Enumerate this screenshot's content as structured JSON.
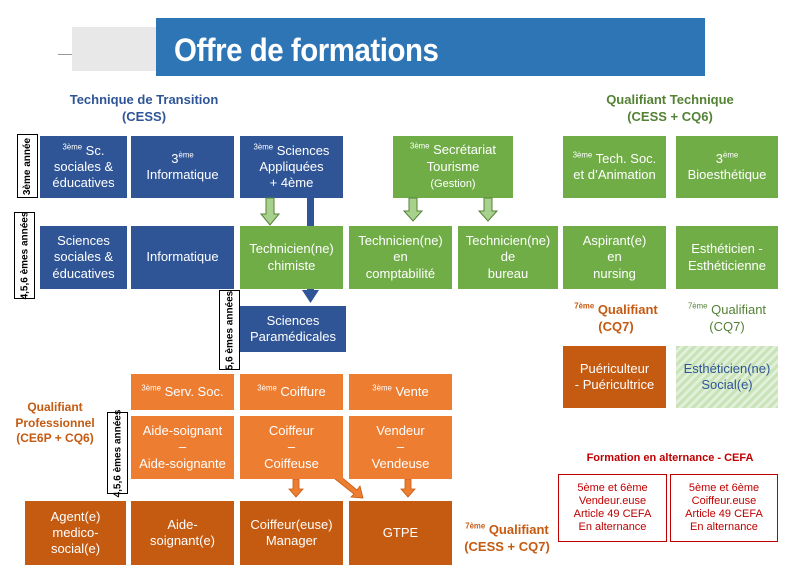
{
  "title": "Offre de formations",
  "headings": {
    "transition": "Technique de Transition\n(CESS)",
    "qualifiant_technique": "Qualifiant Technique\n(CESS + CQ6)",
    "qualifiant_pro": "Qualifiant\nProfessionnel\n(CE6P + CQ6)",
    "q7_cq7_a": "Qualifiant\n(CQ7)",
    "q7_cq7_b": "Qualifiant\n(CQ7)",
    "q7_cess": "Qualifiant\n(CESS + CQ7)",
    "cefa": "Formation en alternance - CEFA"
  },
  "year_labels": {
    "y3": "3ème année",
    "y456_top": "4,5,6 èmes années",
    "y56": "5,6 èmes années",
    "y456_bottom": "4,5,6 èmes années"
  },
  "boxes": {
    "sc_soc_3": "Sc.\nsociales &\néducatives",
    "info_3": "Informatique",
    "sc_app_3": "Sciences\nAppliquées\n+ 4ème",
    "secretariat_3": "Secrétariat\nTourisme",
    "secretariat_gestion": "(Gestion)",
    "tech_soc_3": "Tech. Soc.\net d’Animation",
    "bioesth_3": "Bioesthétique",
    "sc_soc_456": "Sciences\nsociales &\néducatives",
    "info_456": "Informatique",
    "chimiste": "Technicien(ne)\nchimiste",
    "comptabilite": "Technicien(ne)\nen\ncomptabilité",
    "bureau": "Technicien(ne)\nde\nbureau",
    "nursing": "Aspirant(e)\nen\nnursing",
    "estheticien": "Esthéticien -\nEsthéticienne",
    "paramedicales": "Sciences\nParamédicales",
    "puericulteur": "Puériculteur\n- Puéricultrice",
    "esth_social": "Esthéticien(ne)\nSocial(e)",
    "serv_soc_3": "Serv. Soc.",
    "coiffure_3": "Coiffure",
    "vente_3": "Vente",
    "aide_soignant": "Aide-soignant\n–\nAide-soignante",
    "coiffeur": "Coiffeur\n–\nCoiffeuse",
    "vendeur": "Vendeur\n–\nVendeuse",
    "agent_medico": "Agent(e)\nmedico-\nsocial(e)",
    "aide_soignante_7": "Aide-\nsoignant(e)",
    "coiffeur_manager": "Coiffeur(euse)\nManager",
    "gtpe": "GTPE"
  },
  "cefa": {
    "box1": {
      "grade": "5ème et 6ème",
      "lines": "Vendeur.euse\nArticle 49 CEFA\nEn alternance"
    },
    "box2": {
      "grade": "5ème et 6ème",
      "lines": "Coiffeur.euse\nArticle 49 CEFA\nEn alternance"
    }
  },
  "colors": {
    "blue": "#2f5597",
    "green": "#70ad47",
    "orange": "#ed7d31",
    "brown": "#c55a11",
    "red": "#c00000",
    "light_green": "#e2f0d9"
  }
}
